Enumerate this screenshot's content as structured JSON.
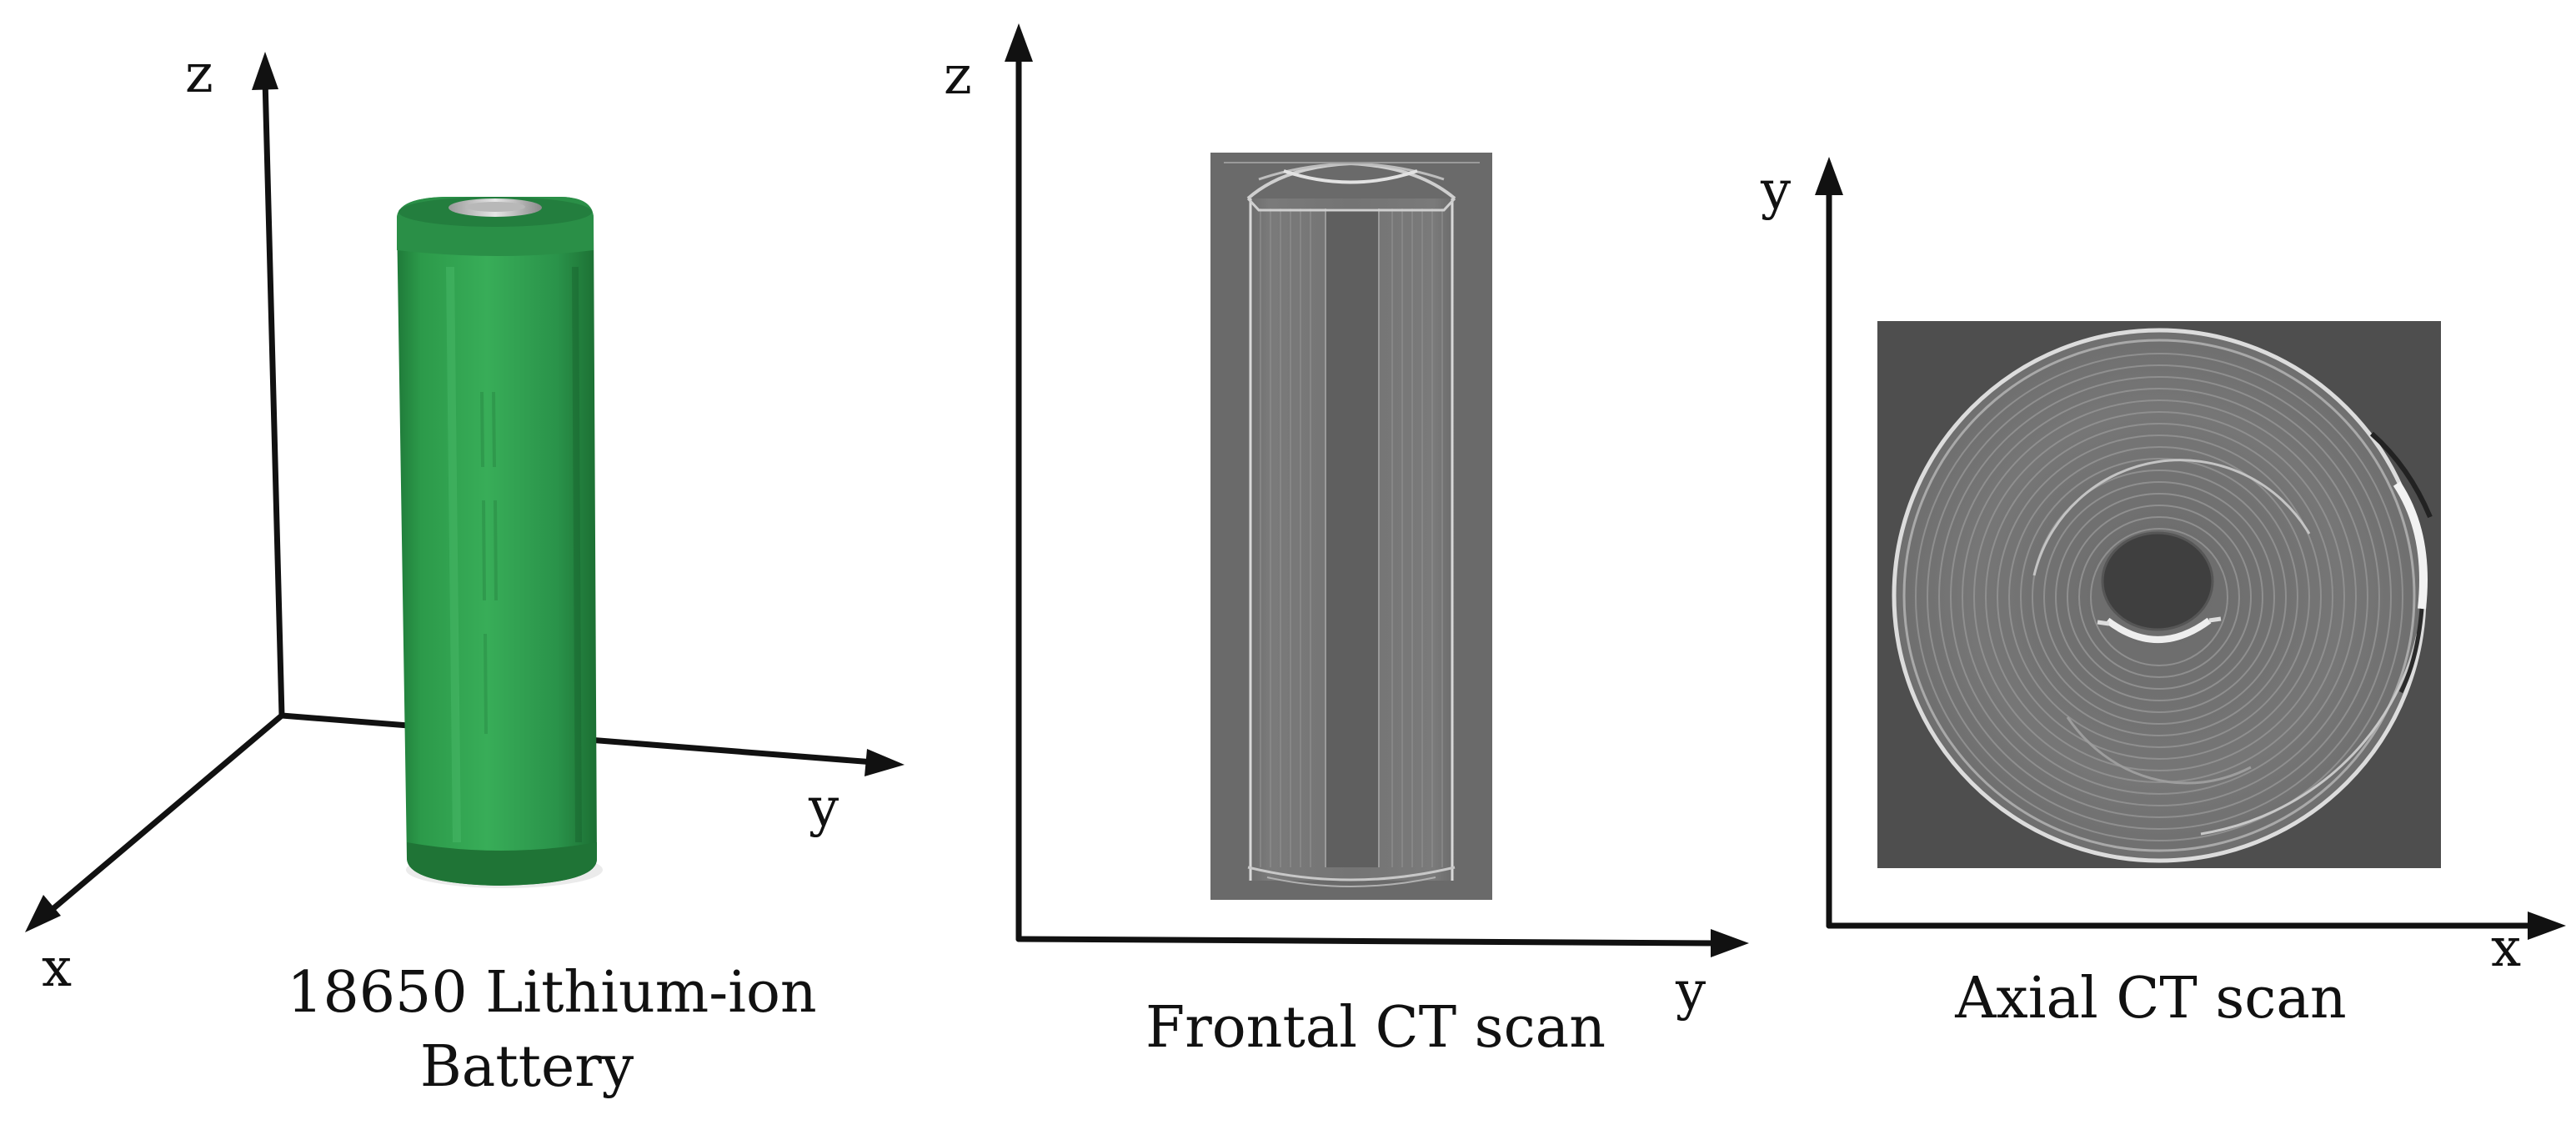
{
  "panels": {
    "battery": {
      "axes": {
        "x": "x",
        "y": "y",
        "z": "z"
      },
      "caption_line1": "18650 Lithium-ion",
      "caption_line2": "Battery",
      "image": "battery-photo"
    },
    "frontal": {
      "axes": {
        "horizontal": "y",
        "vertical": "z"
      },
      "caption": "Frontal CT scan",
      "image": "frontal-ct-image"
    },
    "axial": {
      "axes": {
        "horizontal": "x",
        "vertical": "y"
      },
      "caption": "Axial CT scan",
      "image": "axial-ct-image"
    }
  },
  "colors": {
    "battery_green": "#2e9a4c",
    "ct_background": "#6e6e6e",
    "axis": "#111111"
  }
}
